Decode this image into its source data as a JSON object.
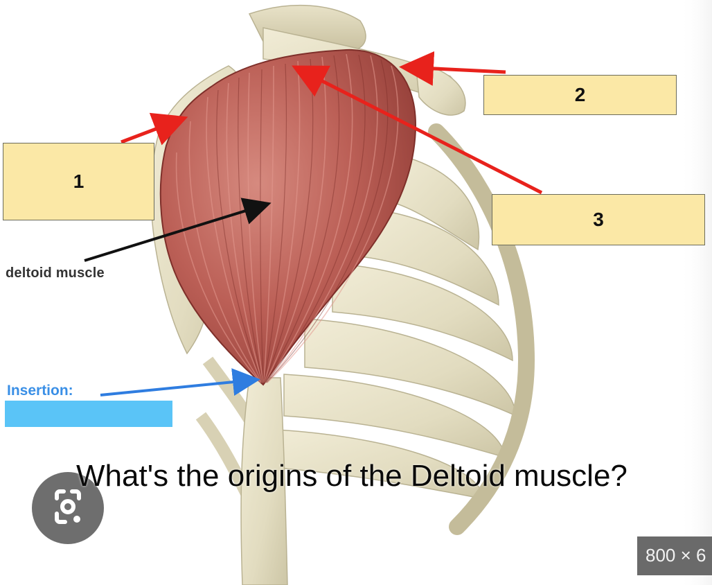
{
  "labels": {
    "box_1": "1",
    "box_2": "2",
    "box_3": "3",
    "deltoid": "deltoid muscle",
    "insertion": "Insertion:"
  },
  "question": "What's the origins of the Deltoid muscle?",
  "overlay": {
    "size_badge": "800 × 6",
    "lens_icon": "google-lens-icon"
  },
  "colors": {
    "label_box": "#fbe8a6",
    "arrow_red": "#e8221c",
    "arrow_black": "#111111",
    "arrow_blue": "#2f7de0",
    "insertion_answer": "#5ac4f7",
    "muscle": "#b85a52",
    "bone": "#e6e0c6"
  }
}
